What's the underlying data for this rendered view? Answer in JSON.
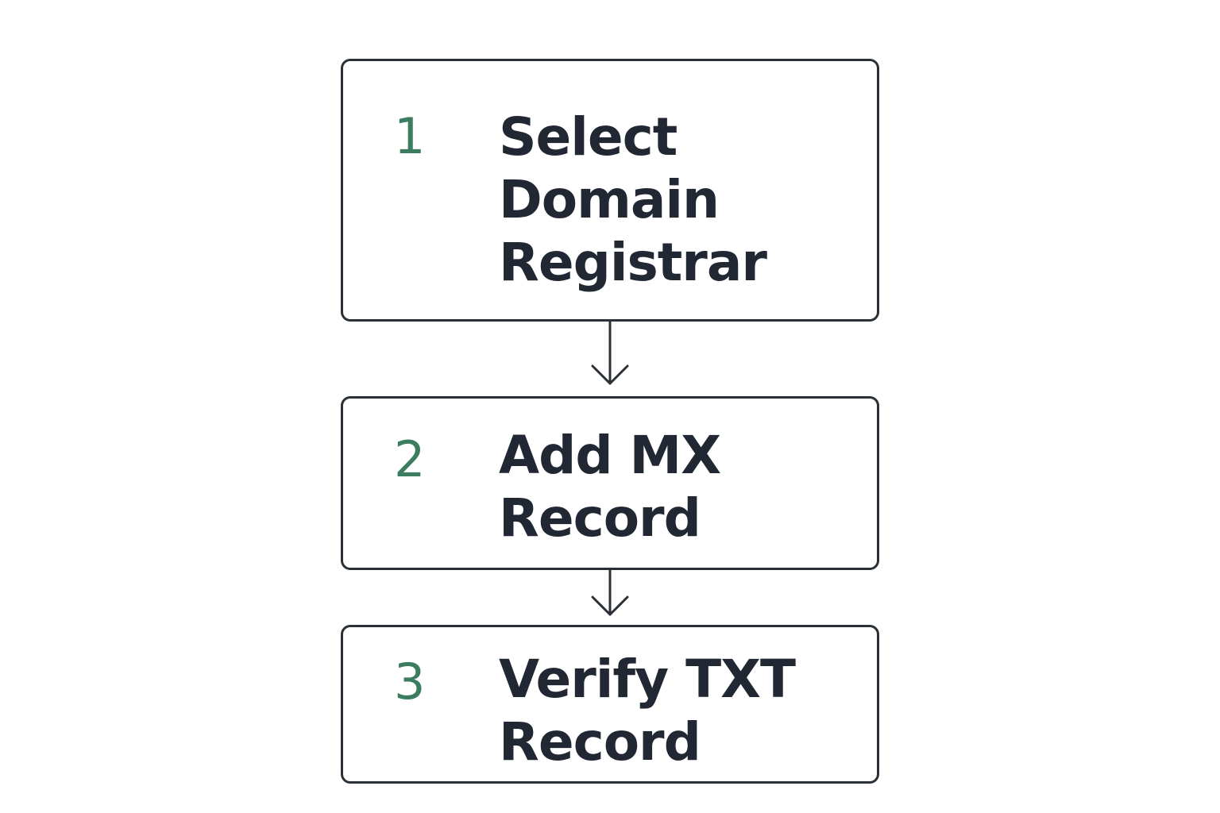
{
  "steps": [
    {
      "number": "1",
      "label_lines": [
        "Select",
        "Domain",
        "Registrar"
      ]
    },
    {
      "number": "2",
      "label_lines": [
        "Add MX",
        "Record"
      ]
    },
    {
      "number": "3",
      "label_lines": [
        "Verify TXT",
        "Record"
      ]
    }
  ],
  "colors": {
    "number": "#3b7d5e",
    "text": "#222833",
    "border": "#2b2f36",
    "background": "#ffffff"
  }
}
